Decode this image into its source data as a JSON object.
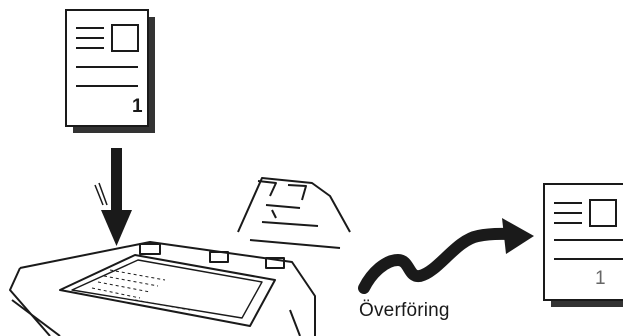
{
  "diagram": {
    "source_page_number": "1",
    "received_page_number": "1",
    "transfer_label": "Överföring"
  },
  "icons": [
    "document-icon",
    "down-arrow-icon",
    "scanner-icon",
    "curved-arrow-icon"
  ],
  "colors": {
    "ink": "#1a1a1a",
    "page_shadow": "#333333",
    "muted_text": "#666666"
  }
}
